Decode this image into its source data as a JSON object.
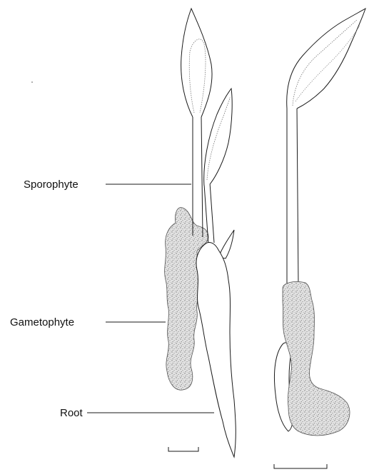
{
  "labels": {
    "sporophyte": "Sporophyte",
    "gametophyte": "Gametophyte",
    "root": "Root"
  },
  "colors": {
    "ink": "#1a1a1a",
    "stipple": "#8a8a8a",
    "stipple_bg": "#dedede"
  }
}
